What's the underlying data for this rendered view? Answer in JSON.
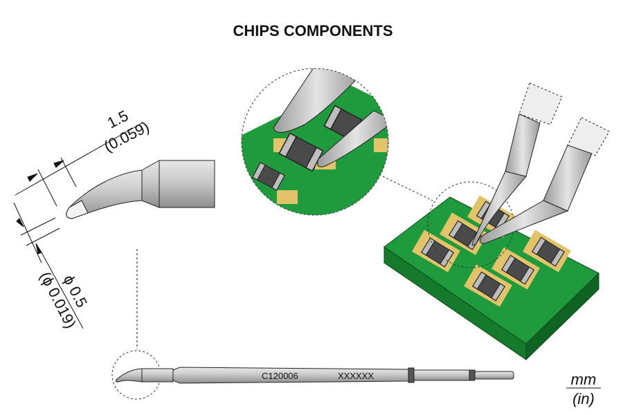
{
  "title": "CHIPS COMPONENTS",
  "dimensions": {
    "length_mm": "1.5",
    "length_in": "(0.059)",
    "diameter_mm": "ϕ 0.5",
    "diameter_in": "(ϕ 0.019)"
  },
  "tip": {
    "part_number": "C120006",
    "serial": "XXXXXX"
  },
  "units": {
    "metric": "mm",
    "imperial": "(in)"
  },
  "colors": {
    "pcb_green": "#1f9a3c",
    "pad_gold": "#e2c36a",
    "chip_dark": "#4a4a4a",
    "tip_gray": "#b8b8b8"
  }
}
